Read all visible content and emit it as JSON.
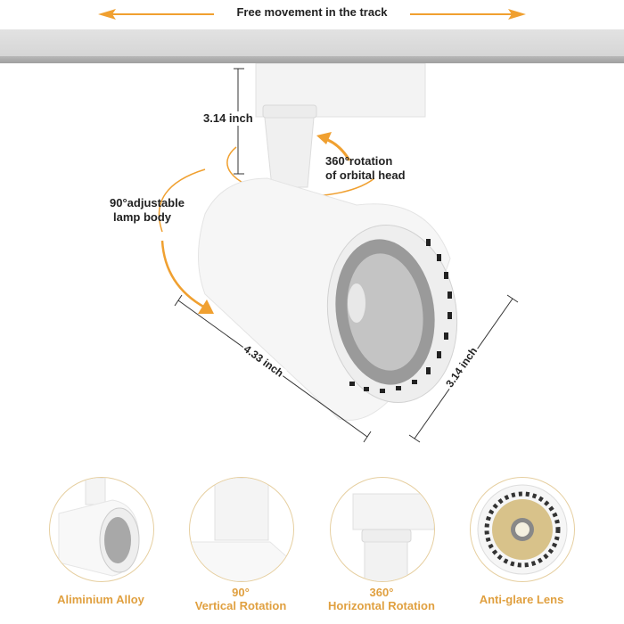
{
  "header": {
    "track_label": "Free movement in the track"
  },
  "callouts": {
    "stem_height": "3.14 inch",
    "rotation_line1": "360°rotation",
    "rotation_line2": "of orbital head",
    "adjust_line1": "90°adjustable",
    "adjust_line2": "lamp body",
    "body_length": "4.33 inch",
    "body_diameter": "3.14 inch"
  },
  "features": [
    {
      "line1": "Aliminium Alloy",
      "line2": ""
    },
    {
      "line1": "90°",
      "line2": "Vertical Rotation"
    },
    {
      "line1": "360°",
      "line2": "Horizontal Rotation"
    },
    {
      "line1": "Anti-glare Lens",
      "line2": ""
    }
  ],
  "colors": {
    "accent_orange": "#f0a030",
    "caption_gold": "#e0a040",
    "circle_border": "#e6cfa0",
    "track_gray": "#d6d6d6"
  }
}
